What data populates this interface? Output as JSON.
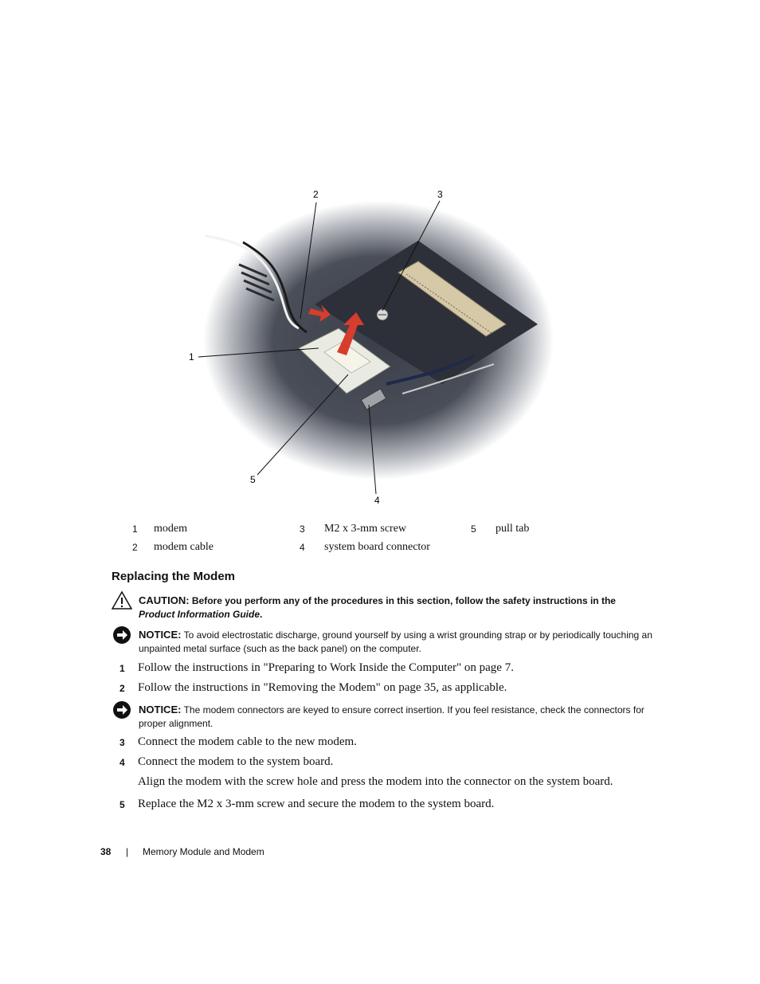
{
  "figure": {
    "callouts": [
      "2",
      "3",
      "1",
      "5",
      "4"
    ]
  },
  "legend": [
    {
      "num": "1",
      "text": "modem"
    },
    {
      "num": "3",
      "text": "M2 x 3-mm screw"
    },
    {
      "num": "5",
      "text": "pull tab"
    },
    {
      "num": "2",
      "text": "modem cable"
    },
    {
      "num": "4",
      "text": "system board connector"
    }
  ],
  "section_title": "Replacing the Modem",
  "caution": {
    "label": "CAUTION:",
    "text": "Before you perform any of the procedures in this section, follow the safety instructions in the",
    "emph": "Product Information Guide",
    "end": ".",
    "icon": "warning-triangle-icon"
  },
  "notice1": {
    "label": "NOTICE:",
    "text": "To avoid electrostatic discharge, ground yourself by using a wrist grounding strap or by periodically touching an unpainted metal surface (such as the back panel) on the computer.",
    "icon": "notice-arrow-icon"
  },
  "notice2": {
    "label": "NOTICE:",
    "text": "The modem connectors are keyed to ensure correct insertion. If you feel resistance, check the connectors for proper alignment.",
    "icon": "notice-arrow-icon"
  },
  "steps": [
    {
      "num": "1",
      "text": "Follow the instructions in \"Preparing to Work Inside the Computer\" on page 7."
    },
    {
      "num": "2",
      "text": "Follow the instructions in \"Removing the Modem\" on page 35, as applicable."
    },
    {
      "num": "3",
      "text": "Connect the modem cable to the new modem."
    },
    {
      "num": "4",
      "text": "Connect the modem to the system board."
    },
    {
      "num": "5",
      "text": "Replace the M2 x 3-mm screw and secure the modem to the system board."
    }
  ],
  "step4_note": "Align the modem with the screw hole and press the modem into the connector on the system board.",
  "footer": {
    "page": "38",
    "separator": "|",
    "chapter": "Memory Module and Modem"
  }
}
